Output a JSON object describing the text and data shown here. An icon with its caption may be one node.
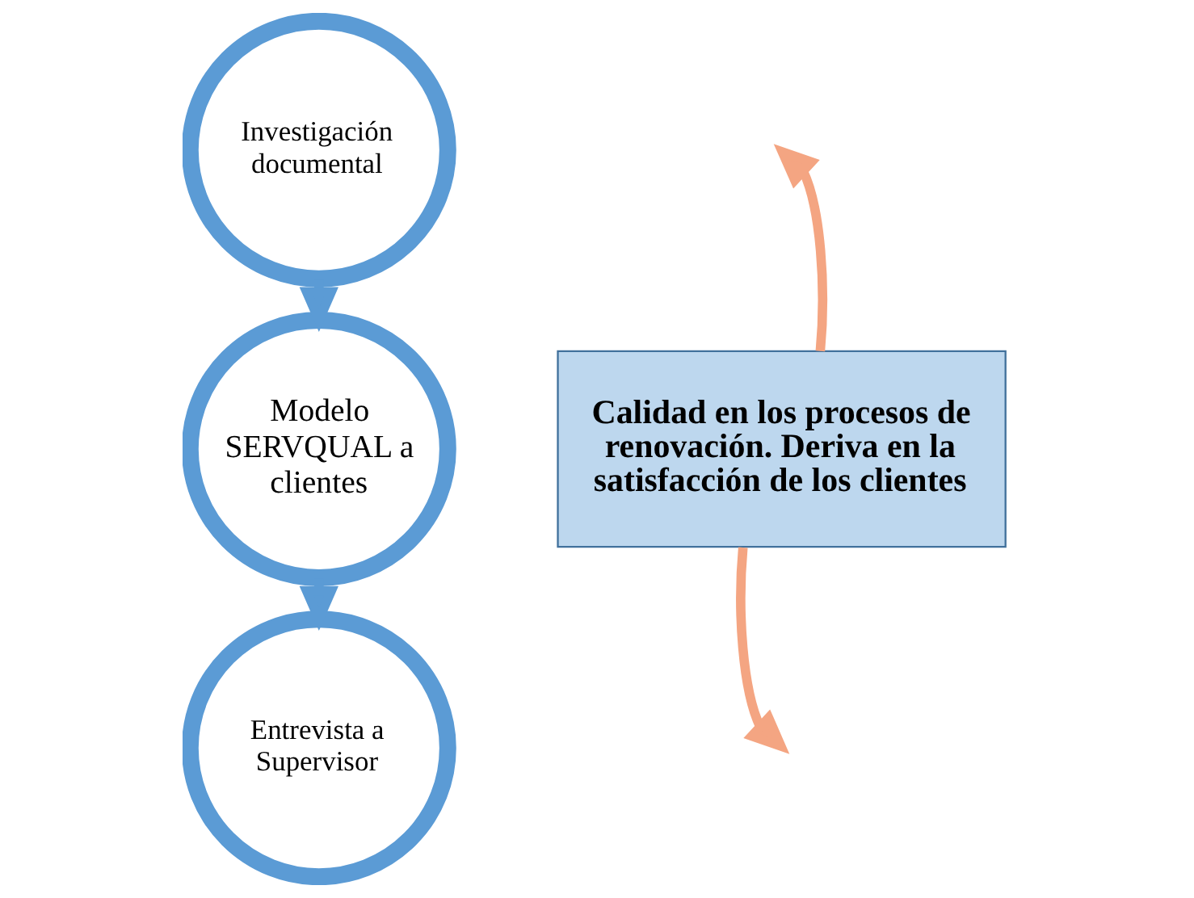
{
  "diagram": {
    "nodes": [
      {
        "text": [
          "Investigación documental"
        ]
      },
      {
        "text": [
          "Modelo SERVQUAL a clientes"
        ]
      },
      {
        "text": [
          "Entrevista a Supervisor"
        ]
      },
      {
        "text": [
          "Calidad en los procesos de renovación. Deriva en la satisfacción de los clientes"
        ]
      }
    ],
    "edges": [
      {
        "from": 0,
        "to": 1,
        "arrow": "to"
      },
      {
        "from": 1,
        "to": 2,
        "arrow": "to"
      },
      {
        "from": 3,
        "to": null,
        "arrow": "to",
        "color": "#f4a582"
      },
      {
        "from": 3,
        "to": null,
        "arrow": "to",
        "color": "#f4a582"
      }
    ]
  }
}
